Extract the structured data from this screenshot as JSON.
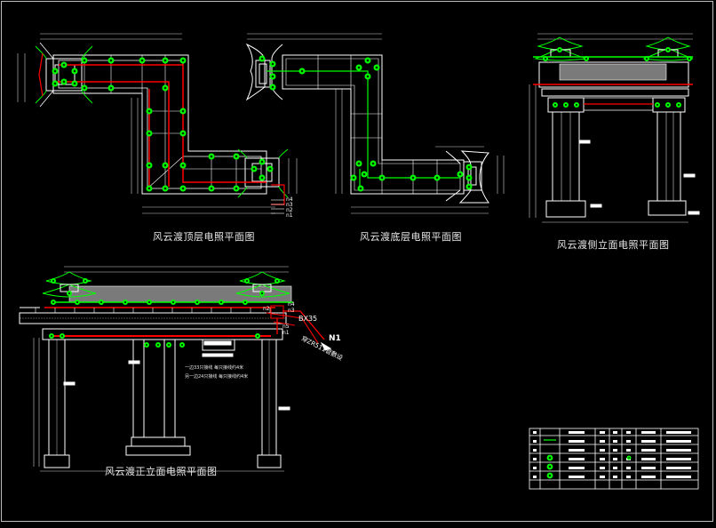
{
  "titles": {
    "top_floor": "风云渡顶层电照平面图",
    "bottom_floor": "风云渡底层电照平面图",
    "side_elevation": "风云渡侧立面电照平面图",
    "front_elevation": "风云渡正立面电照平面图"
  },
  "circuits_top": [
    "n4",
    "n3",
    "n2",
    "n1"
  ],
  "circuits_front": [
    "n2",
    "n4",
    "n3",
    "n5",
    "n1"
  ],
  "feed": {
    "panel": "BX35",
    "mark": "N1",
    "cable": "穿ZR511管敷设"
  },
  "notes": {
    "line1": "一边33只接线  每只接线约4米",
    "line2": "另一边24只接线  每只接线约4米"
  },
  "colors": {
    "background": "#000000",
    "outline": "#ffffff",
    "wiring": "#ff0000",
    "fixture": "#00ff00"
  },
  "icons": [
    "lamp-fixture-icon",
    "roof-eave-icon",
    "pavilion-roof-icon",
    "north-feed-arrow-icon"
  ]
}
